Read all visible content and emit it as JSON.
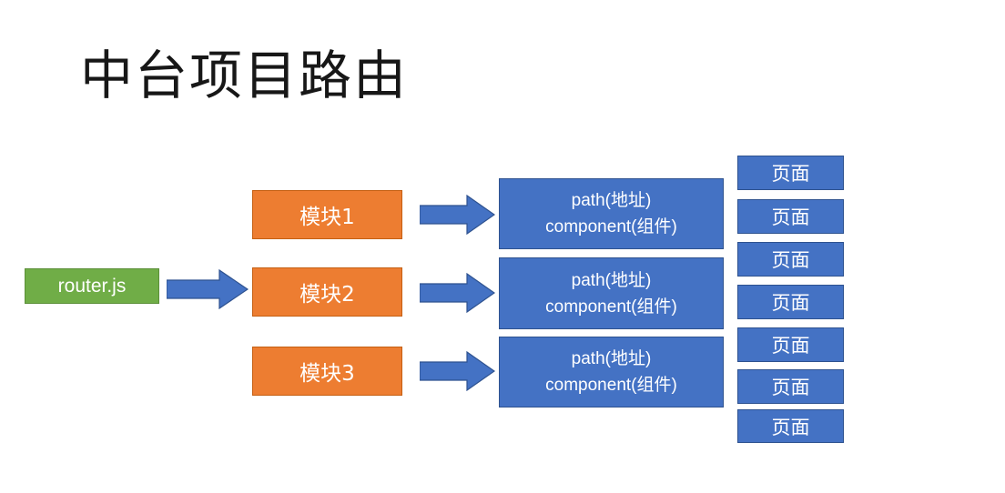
{
  "title": "中台项目路由",
  "colors": {
    "background": "#FFFFFF",
    "title_text": "#171717",
    "router_fill": "#70AD47",
    "router_stroke": "#5B8F38",
    "module_fill": "#ED7D31",
    "module_stroke": "#C45F12",
    "route_fill": "#4472C4",
    "route_stroke": "#2E528F",
    "page_fill": "#4472C4",
    "page_stroke": "#2E528F",
    "arrow_fill": "#4472C4",
    "arrow_stroke": "#2E528F",
    "node_text": "#FFFFFF"
  },
  "router": {
    "label": "router.js"
  },
  "modules": [
    {
      "label": "模块1"
    },
    {
      "label": "模块2"
    },
    {
      "label": "模块3"
    }
  ],
  "routes": [
    {
      "path_label": "path(地址)",
      "component_label": "component(组件)"
    },
    {
      "path_label": "path(地址)",
      "component_label": "component(组件)"
    },
    {
      "path_label": "path(地址)",
      "component_label": "component(组件)"
    }
  ],
  "pages": [
    {
      "label": "页面"
    },
    {
      "label": "页面"
    },
    {
      "label": "页面"
    },
    {
      "label": "页面"
    },
    {
      "label": "页面"
    },
    {
      "label": "页面"
    },
    {
      "label": "页面"
    }
  ],
  "arrows": [
    {
      "name": "router-to-modules"
    },
    {
      "name": "module1-to-route1"
    },
    {
      "name": "module2-to-route2"
    },
    {
      "name": "module3-to-route3"
    }
  ]
}
